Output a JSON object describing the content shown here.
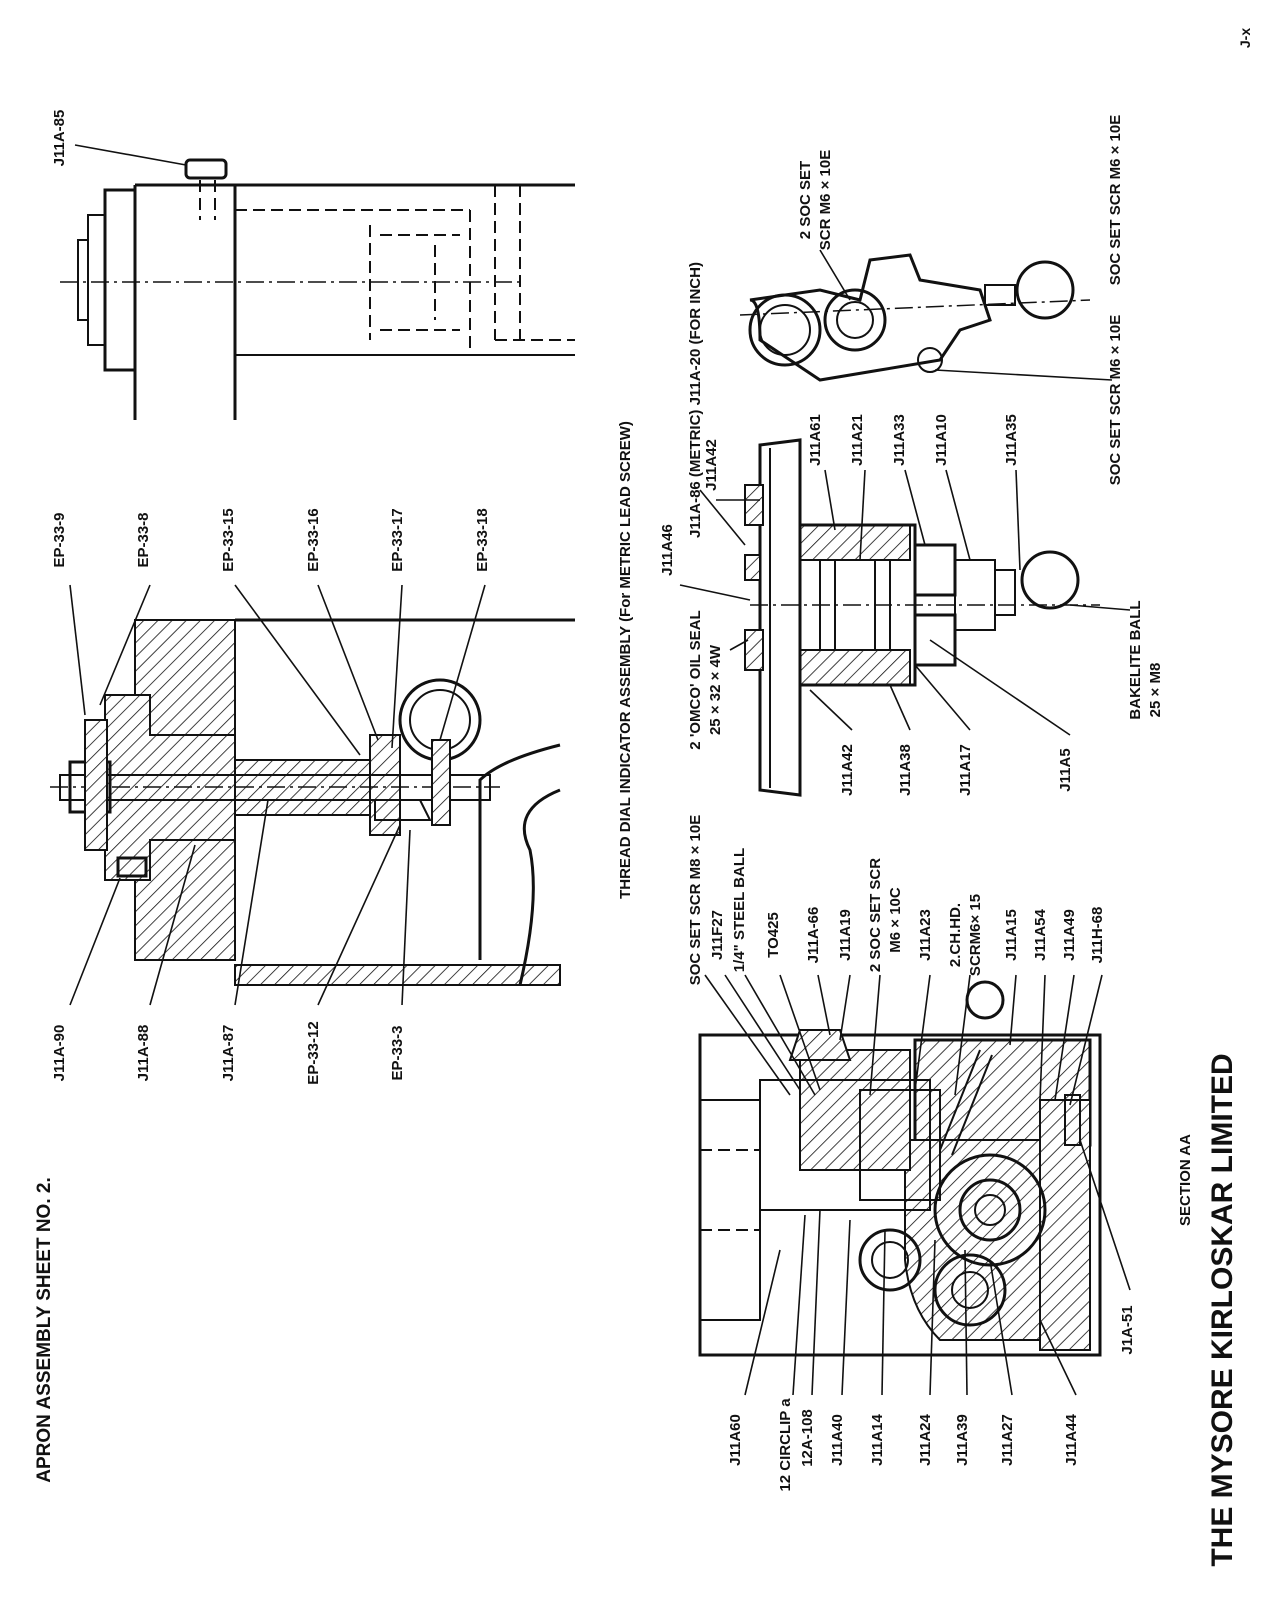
{
  "page_code": "J-x",
  "title": "APRON ASSEMBLY SHEET NO. 2.",
  "company": "THE MYSORE KIRLOSKAR LIMITED",
  "captions": {
    "thread_dial": "THREAD DIAL INDICATOR ASSEMBLY (For METRIC LEAD SCREW)",
    "section": "SECTION AA"
  },
  "labels": {
    "upper_right": [
      "J11A-85"
    ],
    "upper_left_top": [
      "EP-33-9",
      "EP-33-8",
      "EP-33-15",
      "EP-33-16",
      "EP-33-17",
      "EP-33-18"
    ],
    "upper_left_bottom": [
      "J11A-90",
      "J11A-88",
      "J11A-87",
      "EP-33-12",
      "EP-33-3"
    ],
    "middle_top": [
      "J11A46",
      "J11A-86  (METRIC) J11A-20 (FOR INCH)",
      "J11A42",
      "2 'OMCO' OIL SEAL",
      "25 × 32 × 4W",
      "J11A61",
      "J11A21",
      "J11A33",
      "J11A10",
      "J11A35"
    ],
    "middle_bottom": [
      "J11A42",
      "J11A38",
      "J11A17",
      "J11A5"
    ],
    "bakelite": [
      "BAKELITE BALL",
      "25 × M8"
    ],
    "right_view": [
      "2 SOC SET",
      "SCR M6 × 10E",
      "SOC SET SCR M6 × 10E",
      "SOC SET SCR M6 × 10E"
    ],
    "section_top": [
      "SOC SET  SCR M8 × 10E",
      "J11F27",
      "1/4\" STEEL BALL",
      "TO425",
      "J11A-66",
      "J11A19",
      "2 SOC SET SCR",
      "M6 × 10C",
      "J11A23",
      "2.CH.HD.",
      "SCRM6× 15",
      "J11A15",
      "J11A54",
      "J11A49",
      "J11H-68"
    ],
    "section_bottom": [
      "J11A60",
      "12 CIRCLIP a",
      "12A-108",
      "J11A40",
      "J11A14",
      "J11A24",
      "J11A39",
      "J11A27",
      "J11A44"
    ],
    "section_right": [
      "J1A-51"
    ]
  }
}
